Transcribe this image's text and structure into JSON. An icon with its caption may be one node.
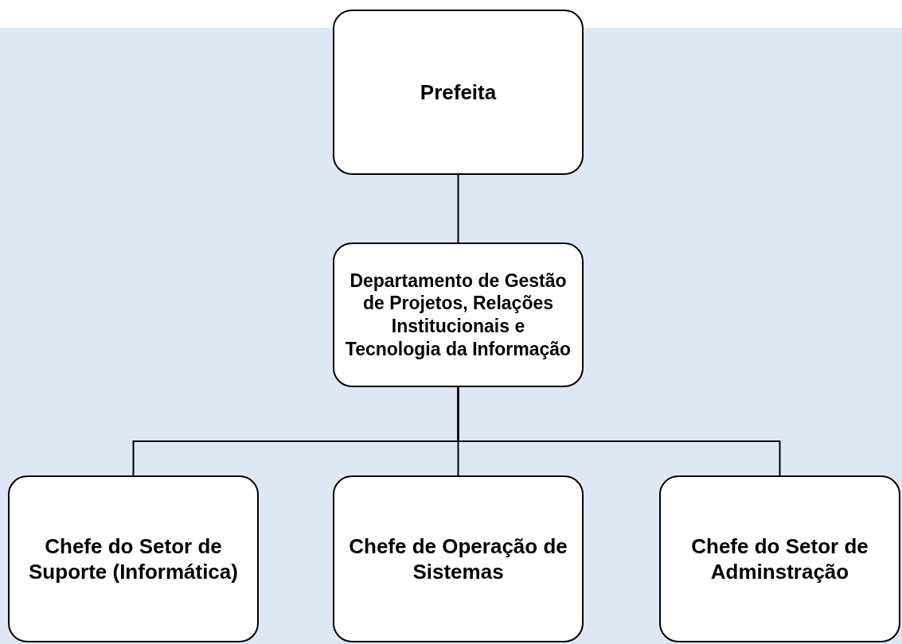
{
  "diagram": {
    "nodes": [
      {
        "text": [
          "Prefeita"
        ]
      },
      {
        "text": [
          "Departamento de Gestão de Projetos, Relações Institucionais e Tecnologia da Informação"
        ]
      },
      {
        "text": [
          "Chefe do Setor de Suporte (Informática)"
        ]
      },
      {
        "text": [
          "Chefe de Operação de Sistemas"
        ]
      },
      {
        "text": [
          "Chefe do Setor de Adminstração"
        ]
      }
    ],
    "edges": [
      {
        "from": 0,
        "to": 1,
        "arrow": "none"
      },
      {
        "from": 1,
        "to": 2,
        "arrow": "none"
      },
      {
        "from": 1,
        "to": 3,
        "arrow": "none"
      },
      {
        "from": 1,
        "to": 4,
        "arrow": "none"
      }
    ]
  }
}
